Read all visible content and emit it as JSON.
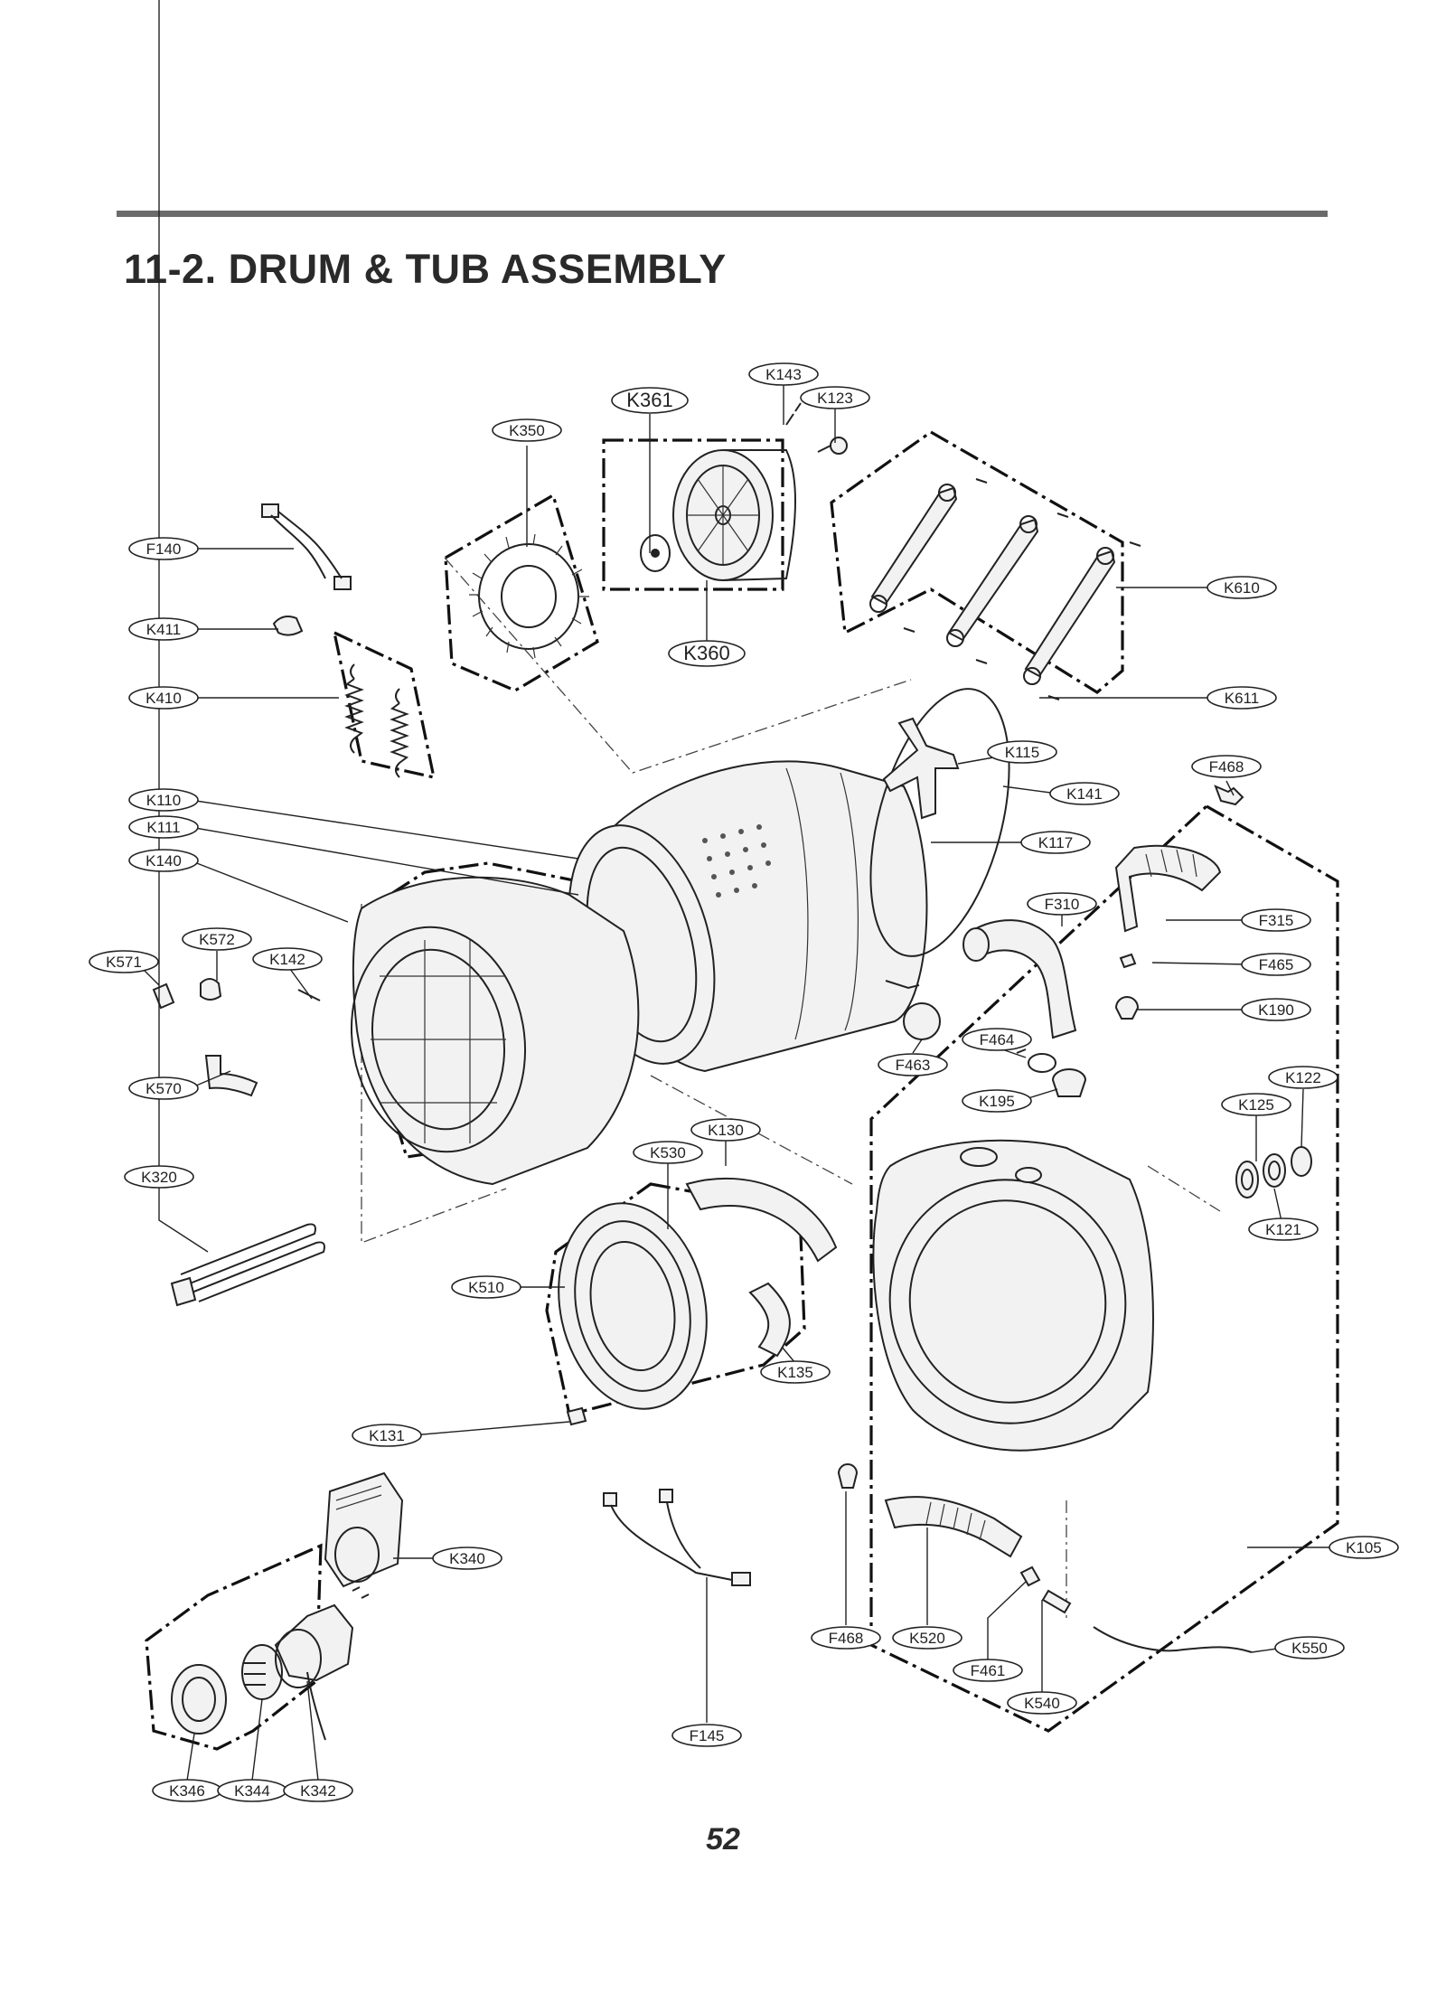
{
  "title": "11-2. DRUM & TUB ASSEMBLY",
  "page_number": "52",
  "callouts": [
    "K143",
    "K361",
    "K123",
    "K350",
    "F140",
    "K360",
    "K610",
    "K411",
    "K410",
    "K611",
    "K115",
    "F468",
    "K141",
    "K110",
    "K111",
    "K117",
    "K140",
    "F310",
    "F315",
    "K572",
    "K571",
    "K142",
    "F465",
    "K190",
    "F464",
    "F463",
    "K195",
    "K122",
    "K570",
    "K125",
    "K130",
    "K530",
    "K320",
    "K121",
    "K510",
    "K135",
    "K131",
    "K105",
    "K340",
    "F468",
    "K520",
    "K550",
    "F461",
    "K540",
    "F145",
    "K346",
    "K344",
    "K342"
  ]
}
